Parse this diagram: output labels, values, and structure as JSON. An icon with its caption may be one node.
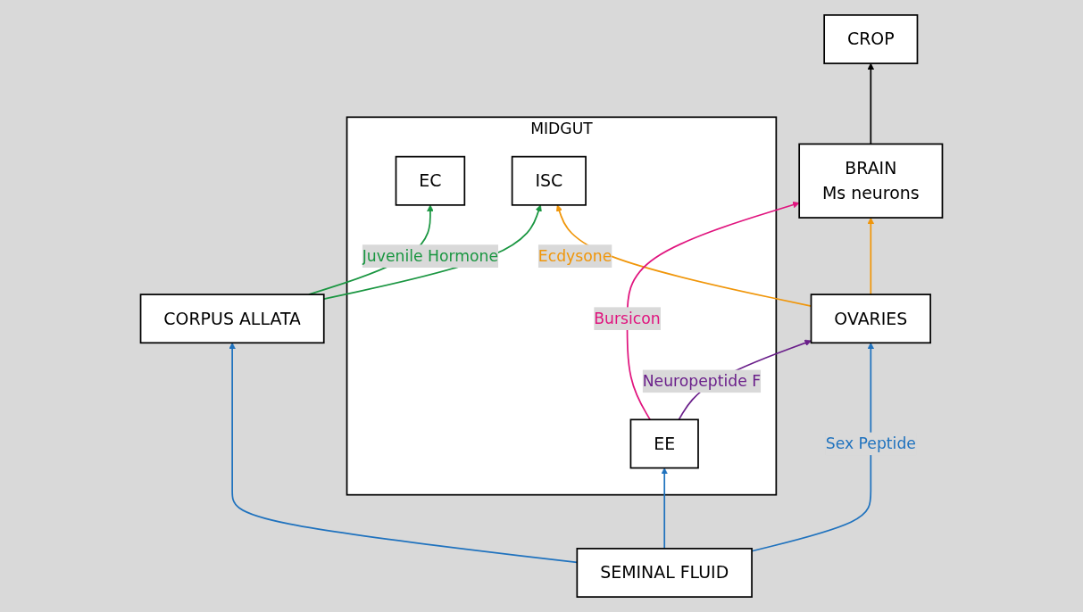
{
  "diagram": {
    "nodes": [
      {
        "text": [
          "CROP"
        ]
      },
      {
        "text": [
          "MIDGUT"
        ]
      },
      {
        "text": [
          "EC"
        ],
        "in": 1
      },
      {
        "text": [
          "ISC"
        ],
        "in": 1
      },
      {
        "text": [
          "EE"
        ],
        "in": 1
      },
      {
        "text": [
          "BRAIN",
          "Ms neurons"
        ]
      },
      {
        "text": [
          "CORPUS ALLATA"
        ]
      },
      {
        "text": [
          "OVARIES"
        ]
      },
      {
        "text": [
          "SEMINAL FLUID"
        ]
      }
    ],
    "edges": [
      {
        "from": 5,
        "to": 0,
        "arrow": "to",
        "color": "#000000"
      },
      {
        "from": 6,
        "to": 2,
        "arrow": "to",
        "label": "Juvenile Hormone",
        "color": "#1a9641"
      },
      {
        "from": 6,
        "to": 3,
        "arrow": "to",
        "color": "#1a9641"
      },
      {
        "from": 7,
        "to": 3,
        "arrow": "to",
        "label": "Ecdysone",
        "color": "#f0960a"
      },
      {
        "from": 4,
        "to": 5,
        "arrow": "to",
        "label": "Bursicon",
        "color": "#e0147e"
      },
      {
        "from": 4,
        "to": 7,
        "arrow": "to",
        "label": "Neuropeptide F",
        "color": "#6a1f8a"
      },
      {
        "from": 8,
        "to": 4,
        "arrow": "to",
        "color": "#1f72be"
      },
      {
        "from": 8,
        "to": 7,
        "arrow": "to",
        "label": "Sex Peptide",
        "color": "#1f72be"
      },
      {
        "from": 8,
        "to": 6,
        "arrow": "to",
        "color": "#1f72be"
      },
      {
        "from": 7,
        "to": 5,
        "arrow": "to",
        "color": "#f0960a"
      }
    ]
  }
}
